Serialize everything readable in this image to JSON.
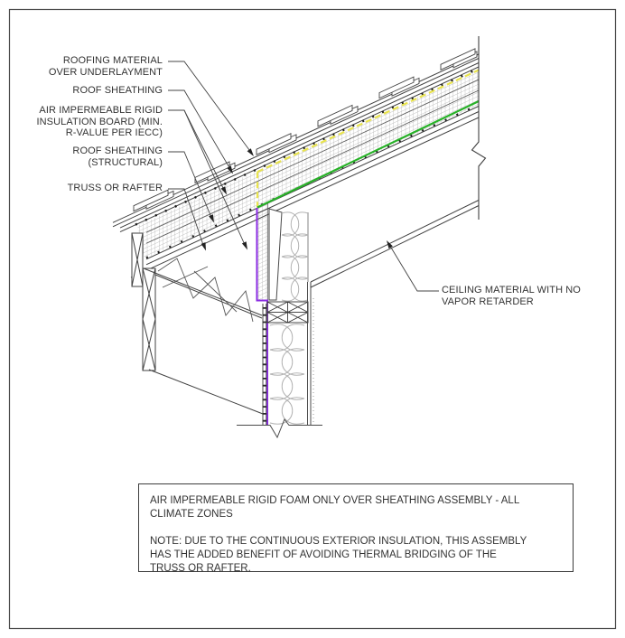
{
  "drawing": {
    "title_hint": "roof-wall insulation detail section",
    "labels": {
      "roofing": "ROOFING MATERIAL\nOVER UNDERLAYMENT",
      "sheathing": "ROOF SHEATHING",
      "insulation": "AIR IMPERMEABLE RIGID\nINSULATION BOARD (MIN.\nR-VALUE PER IECC)",
      "structural": "ROOF SHEATHING\n(STRUCTURAL)",
      "truss": "TRUSS OR RAFTER",
      "ceiling": "CEILING MATERIAL WITH NO\nVAPOR RETARDER"
    },
    "colors": {
      "line": "#404040",
      "insulation_top_yellow": "#e9e44e",
      "air_barrier_green": "#28b228",
      "air_barrier_purple": "#8a2be2",
      "hatch_gray": "#adadad",
      "batt_gray": "#b3b3b3"
    },
    "note_box": {
      "title": "AIR IMPERMEABLE RIGID FOAM ONLY OVER SHEATHING ASSEMBLY - ALL\nCLIMATE ZONES",
      "note": "NOTE: DUE TO THE CONTINUOUS EXTERIOR INSULATION, THIS ASSEMBLY\nHAS THE ADDED BENEFIT OF AVOIDING THERMAL BRIDGING OF THE\nTRUSS OR RAFTER."
    }
  }
}
